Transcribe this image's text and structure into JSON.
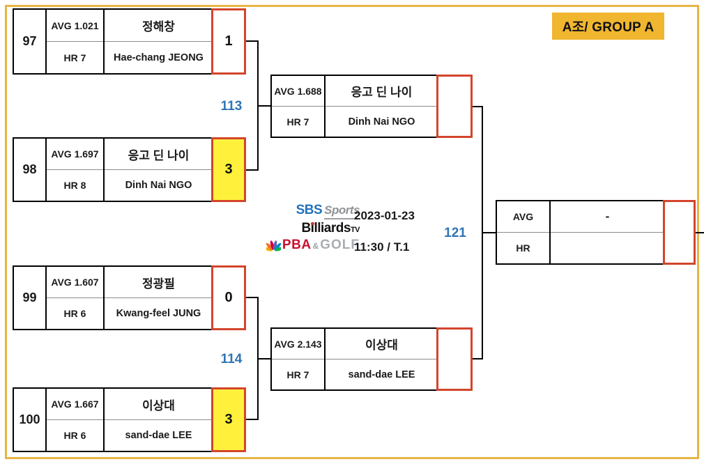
{
  "group_label": "A조/ GROUP A",
  "schedule": {
    "date": "2023-01-23",
    "time": "11:30 / T.1"
  },
  "broadcast": {
    "sbs": "SBS",
    "sbs_suffix": "Sports",
    "billiards_b": "B",
    "billiards_i": "i",
    "billiards_rest": "lliards",
    "billiards_sup": "TV",
    "pba": "PBA",
    "pba_amp": "&",
    "pba_golf": "GOLF",
    "peacock_icon_colors": [
      "#F0AB00",
      "#F37021",
      "#CC004C",
      "#6460AA",
      "#0089D0",
      "#0DB14B"
    ]
  },
  "colors": {
    "frame": "#E7B544",
    "group-bg": "#F0B62F",
    "score-border": "#D2452B",
    "winner": "#FFF13B",
    "match-number": "#2E74B5",
    "divider": "#8c8c8c"
  },
  "matches": {
    "r1": [
      {
        "no": "97",
        "avg": "AVG 1.021",
        "hr": "HR 7",
        "kr": "정해창",
        "en": "Hae-chang JEONG",
        "score": "1",
        "winner": false
      },
      {
        "no": "98",
        "avg": "AVG 1.697",
        "hr": "HR 8",
        "kr": "응고 딘 나이",
        "en": "Dinh Nai NGO",
        "score": "3",
        "winner": true
      },
      {
        "no": "99",
        "avg": "AVG 1.607",
        "hr": "HR 6",
        "kr": "정광필",
        "en": "Kwang-feel JUNG",
        "score": "0",
        "winner": false
      },
      {
        "no": "100",
        "avg": "AVG 1.667",
        "hr": "HR 6",
        "kr": "이상대",
        "en": "sand-dae LEE",
        "score": "3",
        "winner": true
      }
    ],
    "semi": [
      {
        "no": "113",
        "avg": "AVG 1.688",
        "hr": "HR 7",
        "kr": "응고 딘 나이",
        "en": "Dinh Nai NGO",
        "score": "",
        "winner": false
      },
      {
        "no": "114",
        "avg": "AVG 2.143",
        "hr": "HR 7",
        "kr": "이상대",
        "en": "sand-dae LEE",
        "score": "",
        "winner": false
      }
    ],
    "final": {
      "no": "121",
      "avg": "AVG",
      "hr": "HR",
      "kr": "-",
      "en": "",
      "score": "",
      "winner": false
    }
  }
}
